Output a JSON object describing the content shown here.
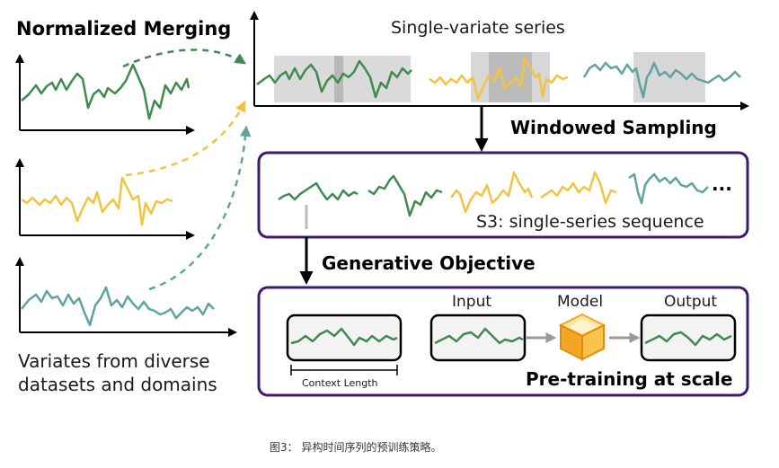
{
  "labels": {
    "normalized_merging": "Normalized Merging",
    "single_variate_series": "Single-variate series",
    "windowed_sampling": "Windowed Sampling",
    "s3_sequence": "S3: single-series sequence",
    "ellipsis": "...",
    "generative_objective": "Generative Objective",
    "input": "Input",
    "model": "Model",
    "output": "Output",
    "context_length": "Context Length",
    "pretraining": "Pre-training at scale",
    "variates": "Variates from diverse datasets and domains"
  },
  "caption": "图3： 异构时间序列的预训练策略。",
  "colors": {
    "green": "#3f8a4e",
    "yellow": "#f2c33e",
    "teal": "#5fa3a0",
    "purple": "#3d1a6e",
    "window_gray": "#d3d3d3",
    "window_dark": "#a9a9a9",
    "cube_orange": "#f4a622"
  },
  "icons": {
    "model": "cube-icon"
  }
}
